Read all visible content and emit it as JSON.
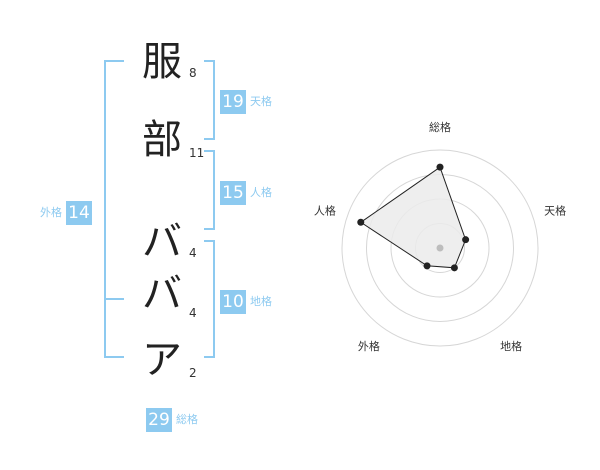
{
  "name_chars": [
    {
      "char": "服",
      "strokes": "8"
    },
    {
      "char": "部",
      "strokes": "11"
    },
    {
      "char": "バ",
      "strokes": "4"
    },
    {
      "char": "バ",
      "strokes": "4"
    },
    {
      "char": "ア",
      "strokes": "2"
    }
  ],
  "scores": {
    "tenkaku": {
      "value": "19",
      "label": "天格"
    },
    "jinkaku": {
      "value": "15",
      "label": "人格"
    },
    "chikaku": {
      "value": "10",
      "label": "地格"
    },
    "gaikaku": {
      "value": "14",
      "label": "外格"
    },
    "soukaku": {
      "value": "29",
      "label": "総格"
    }
  },
  "colors": {
    "accent": "#8dcaf0",
    "text": "#222222"
  },
  "chart_data": {
    "type": "radar",
    "axes": [
      "総格",
      "天格",
      "地格",
      "外格",
      "人格"
    ],
    "values": [
      3.3,
      1.1,
      1.0,
      0.9,
      3.4
    ],
    "range": [
      0,
      4
    ],
    "rings": 4
  }
}
